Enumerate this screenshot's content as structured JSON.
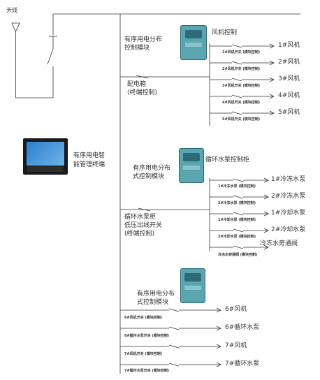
{
  "antenna_label": "天线",
  "terminal": {
    "name": "有序用电智能管理终端",
    "line1": "有序用电智",
    "line2": "能管理终端"
  },
  "distribution_box": {
    "line1": "配电箱",
    "line2": "(终端控制)"
  },
  "pump_cabinet_switch": {
    "line1": "循环水泵柜",
    "line2": "低压出线开关",
    "line3": "(终端控制)"
  },
  "module1": {
    "line1": "有序用电分布",
    "line2": "控制模块",
    "title": "风机控制"
  },
  "module2": {
    "line1": "有序用电分布",
    "line2": "式控制模块",
    "title": "循环水泵控制柜"
  },
  "module3": {
    "line1": "有序用电分布",
    "line2": "式控制模块"
  },
  "fans": [
    "1#风机",
    "2#风机",
    "3#风机",
    "4#风机",
    "5#风机"
  ],
  "fan_switches": [
    "1#风机开关 (模块控制)",
    "2#风机开关 (模块控制)",
    "3#风机开关 (模块控制)",
    "4#风机开关 (模块控制)",
    "5#风机开关 (模块控制)"
  ],
  "pumps": [
    "1#冷冻水泵",
    "2#冷冻水泵",
    "1#冷却水泵",
    "2#冷却水泵",
    "冷冻水旁通阀"
  ],
  "pump_switches": [
    "1#冷冻水泵 (模块控制)",
    "2#冷冻水泵 (模块控制)",
    "1#冷却水泵 (模块控制)",
    "2#冷却水泵 (模块控制)",
    "冷冻水旁通阀 (模块控制)"
  ],
  "group3_loads": [
    "6#风机",
    "6#循环水泵",
    "7#风机",
    "7#循环水泵"
  ],
  "group3_switches": [
    "6#风机开关 (模块控制)",
    "6#循环水泵开关 (模块控制)",
    "7#风机开关 (模块控制)",
    "7#循环水泵开关 (模块控制)"
  ],
  "colors": {
    "line": "#333333",
    "module_body": "#5aa6b0",
    "module_dark": "#2f6a78",
    "terminal_frame": "#1a1a1a",
    "terminal_screen": "#2a7fd0"
  }
}
